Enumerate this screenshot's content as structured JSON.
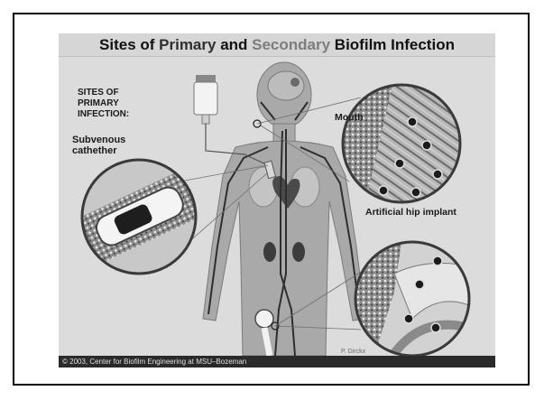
{
  "title": {
    "part1": "Sites of ",
    "primary": "Primary",
    "part2": " and ",
    "secondary": "Secondary",
    "part3": " Biofilm Infection"
  },
  "labels": {
    "sites_line1": "SITES OF",
    "sites_line2": "PRIMARY",
    "sites_line3": "INFECTION:",
    "subvenous_line1": "Subvenous",
    "subvenous_line2": "cathether",
    "mouth": "Mouth",
    "hip": "Artificial hip implant",
    "artist": "P. Dirckx"
  },
  "credit": "© 2003, Center for Biofilm Engineering at MSU–Bozeman",
  "colors": {
    "panel_bg": "#dcdcdc",
    "body_silhouette": "#a9a9a9",
    "credit_bar": "#2a2a2a"
  },
  "icons": [
    "iv-bag-icon",
    "catheter-magnifier",
    "mouth-magnifier",
    "hip-magnifier"
  ]
}
